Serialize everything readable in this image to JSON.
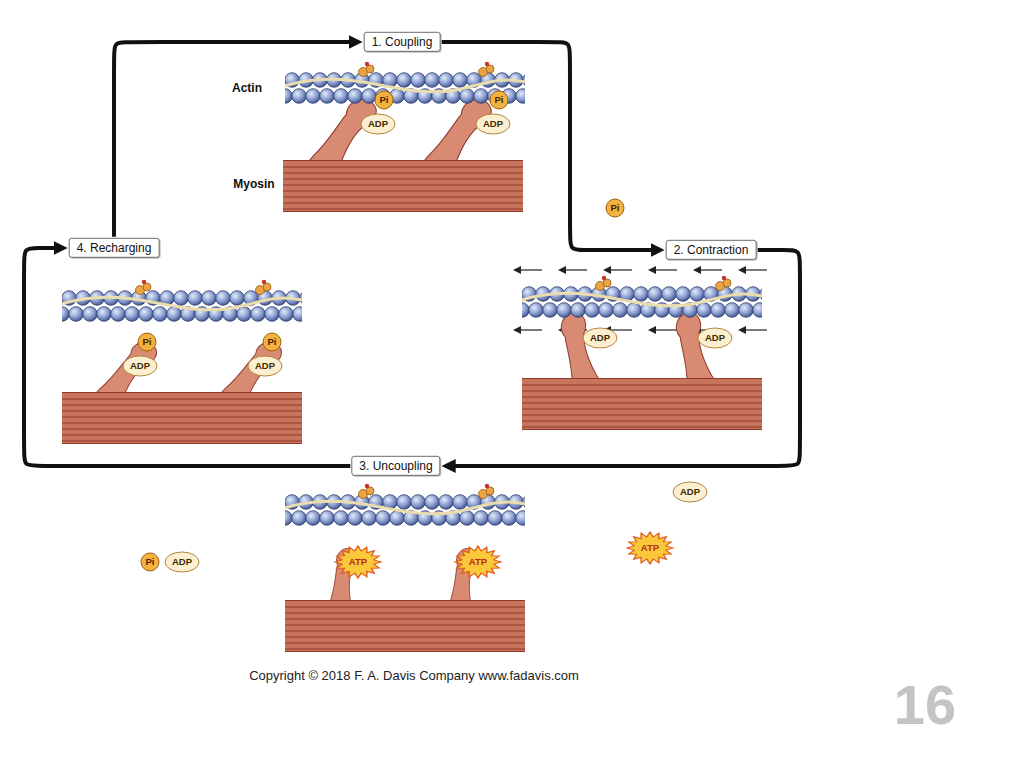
{
  "diagram": {
    "nodes": [
      {
        "text": [
          "1. Coupling"
        ]
      },
      {
        "text": [
          "2. Contraction"
        ]
      },
      {
        "text": [
          "3. Uncoupling"
        ]
      },
      {
        "text": [
          "4. Recharging"
        ]
      }
    ],
    "edges": [
      {
        "from": 0,
        "to": 1,
        "arrow": "to"
      },
      {
        "from": 1,
        "to": 2,
        "arrow": "to"
      },
      {
        "from": 2,
        "to": 3,
        "arrow": "to"
      },
      {
        "from": 3,
        "to": 0,
        "arrow": "to"
      }
    ],
    "labels": [
      "Actin",
      "Myosin",
      "Pi",
      "ADP",
      "Pi",
      "ADP",
      "Pi",
      "ADP",
      "ADP",
      "ADP",
      "ATP",
      "ATP",
      "ATP",
      "Pi",
      "ADP",
      "Pi",
      "ADP",
      "Pi",
      "ADP",
      "Copyright © 2018 F. A. Davis Company www.fadavis.com",
      "16"
    ]
  }
}
